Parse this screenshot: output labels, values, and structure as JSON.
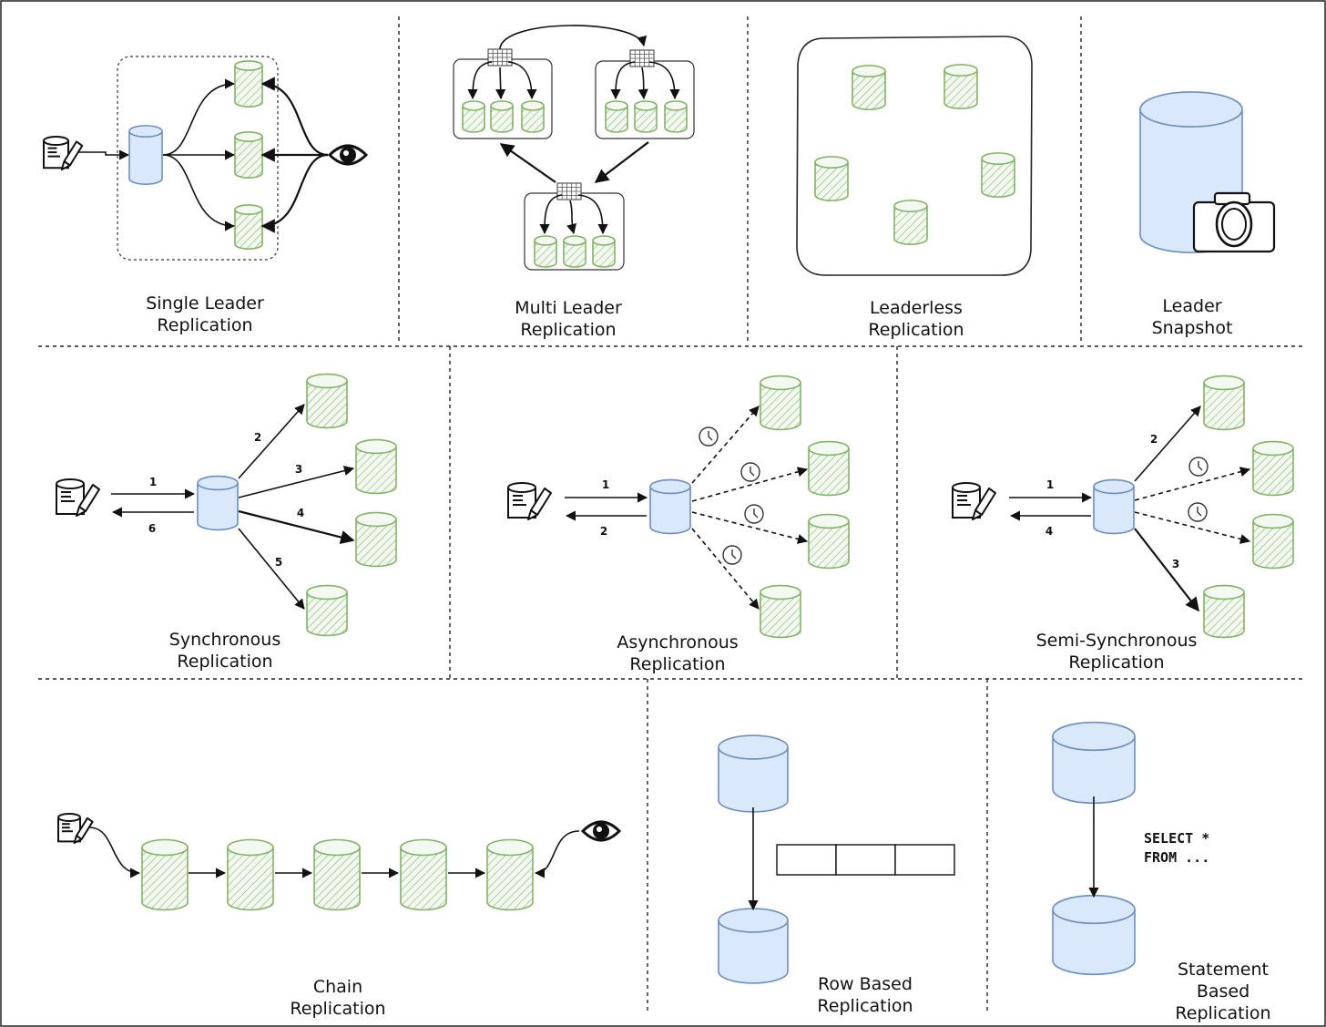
{
  "colors": {
    "leader_fill": "#dae8fc",
    "leader_stroke": "#6c8ebf",
    "follower_fill": "#d5e8d4",
    "follower_stroke": "#82b366",
    "line": "#111111"
  },
  "icons": {
    "client": "client-document-pencil-icon",
    "reader": "eye-icon",
    "clock": "clock-icon",
    "camera": "camera-icon",
    "write_log": "table-grid-icon"
  },
  "panels": {
    "single_leader": {
      "label_line1": "Single Leader",
      "label_line2": "Replication"
    },
    "multi_leader": {
      "label_line1": "Multi Leader",
      "label_line2": "Replication"
    },
    "leaderless": {
      "label_line1": "Leaderless",
      "label_line2": "Replication"
    },
    "leader_snapshot": {
      "label_line1": "Leader",
      "label_line2": "Snapshot"
    },
    "synchronous": {
      "label_line1": "Synchronous",
      "label_line2": "Replication",
      "steps": [
        "1",
        "2",
        "3",
        "4",
        "5",
        "6"
      ]
    },
    "asynchronous": {
      "label_line1": "Asynchronous",
      "label_line2": "Replication",
      "steps": [
        "1",
        "2"
      ]
    },
    "semi_synchronous": {
      "label_line1": "Semi-Synchronous",
      "label_line2": "Replication",
      "steps": [
        "1",
        "2",
        "3",
        "4"
      ]
    },
    "chain": {
      "label_line1": "Chain",
      "label_line2": "Replication"
    },
    "row_based": {
      "label_line1": "Row Based",
      "label_line2": "Replication"
    },
    "statement_based": {
      "label_line1": "Statement",
      "label_line2": "Based",
      "label_line3": "Replication",
      "sql_line1": "SELECT *",
      "sql_line2": "FROM ..."
    }
  }
}
